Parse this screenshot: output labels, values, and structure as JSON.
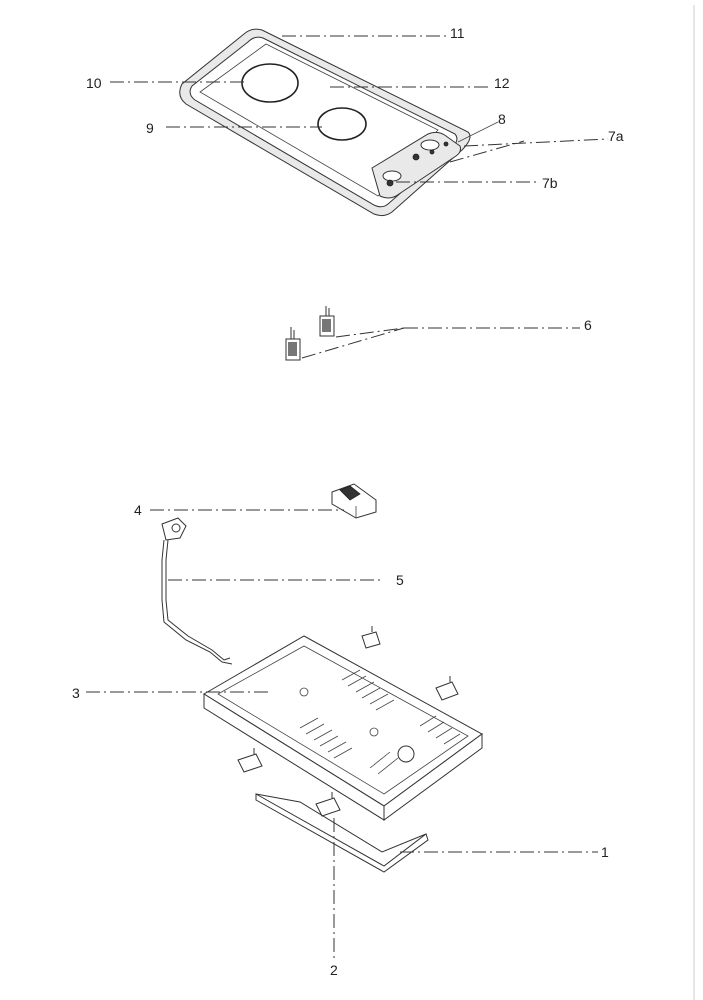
{
  "diagram": {
    "callouts": [
      "11",
      "10",
      "12",
      "9",
      "8",
      "7a",
      "7b",
      "6",
      "4",
      "5",
      "3",
      "1",
      "2"
    ]
  }
}
